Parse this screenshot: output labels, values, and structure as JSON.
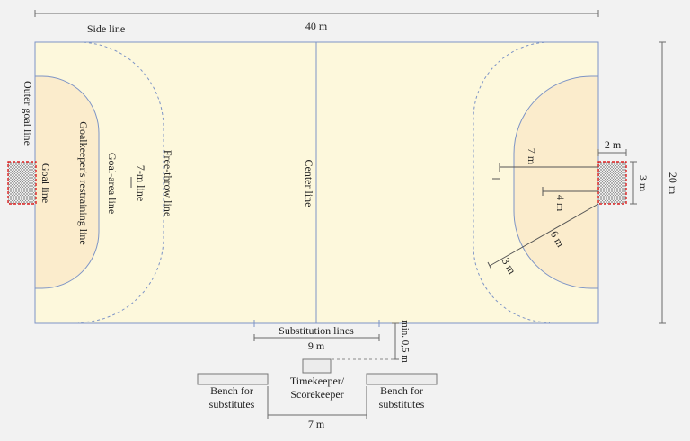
{
  "colors": {
    "background": "#f2f2f2",
    "court": "#fdf8dc",
    "goal_area": "#fbeccc",
    "line": "#7d94c6",
    "dim_line": "#6b6b6b",
    "goal_frame": "#dd2222",
    "bench": "#ececec"
  },
  "labels": {
    "side_line": "Side line",
    "length": "40 m",
    "width": "20 m",
    "outer_goal_line": "Outer goal line",
    "goal_line": "Goal line",
    "goalkeeper_restraining_line": "Goalkeeper's restraining line",
    "goal_area_line": "Goal-area line",
    "seven_m_line": "7-m line",
    "free_throw_line": "Free-throw line",
    "center_line": "Center line",
    "two_m": "2 m",
    "three_m_goal": "3 m",
    "seven_m": "7 m",
    "four_m": "4 m",
    "six_m": "6 m",
    "three_m_arc": "3 m",
    "substitution_lines": "Substitution lines",
    "nine_m": "9 m",
    "min_half_m": "min. 0,5 m",
    "timekeeper_line1": "Timekeeper/",
    "timekeeper_line2": "Scorekeeper",
    "bench_left_line1": "Bench for",
    "bench_left_line2": "substitutes",
    "bench_right_line1": "Bench for",
    "bench_right_line2": "substitutes",
    "seven_m_benches": "7 m"
  }
}
